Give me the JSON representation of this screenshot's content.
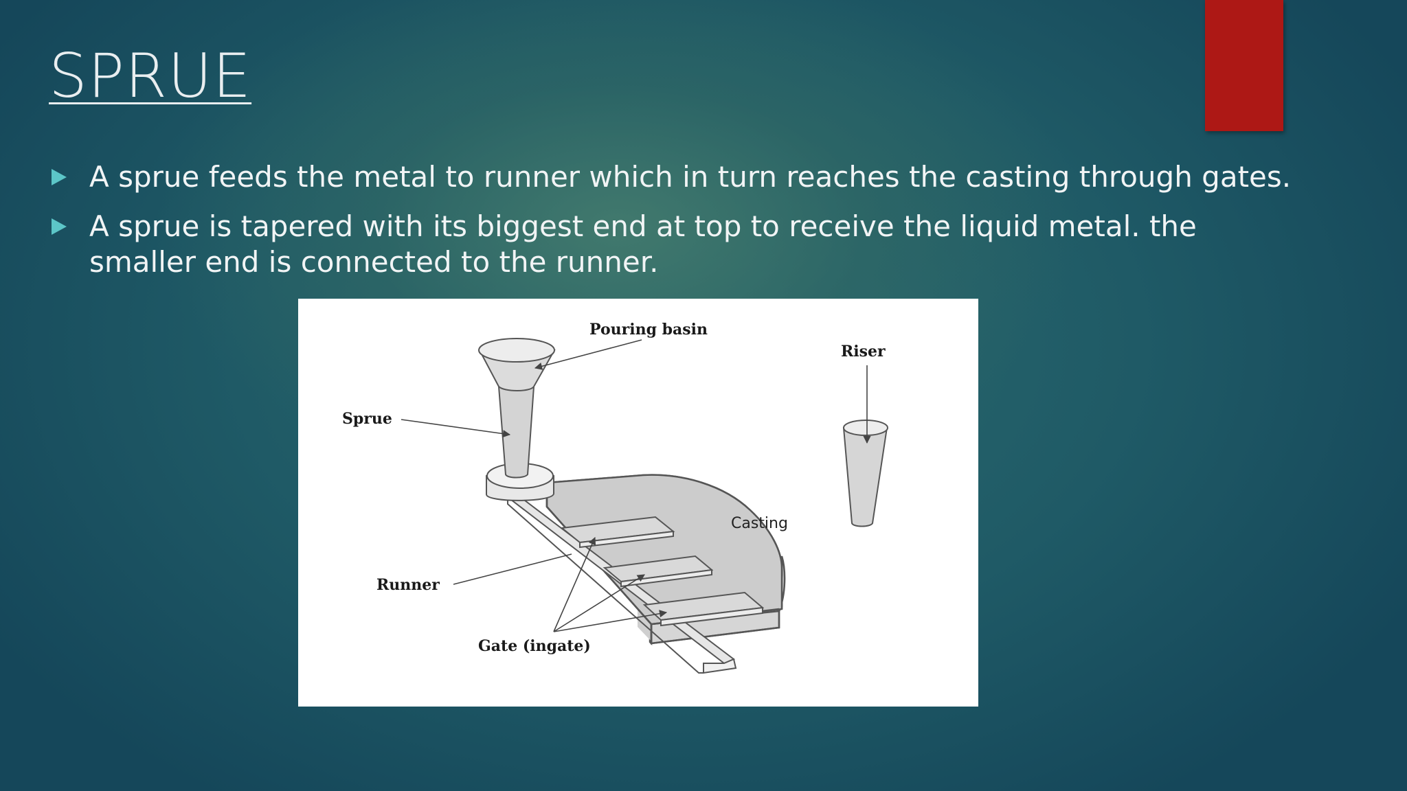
{
  "slide": {
    "title": "SPRUE",
    "bullets": [
      "A sprue feeds the metal to runner which in turn reaches the casting through gates.",
      "A sprue is tapered with its  biggest end at top to receive the liquid metal. the smaller end is connected to the runner."
    ],
    "accent_color": "#ad1815",
    "bullet_color": "#5cc6c8"
  },
  "diagram": {
    "labels": {
      "pouring_basin": "Pouring basin",
      "riser": "Riser",
      "sprue": "Sprue",
      "casting": "Casting",
      "runner": "Runner",
      "gate": "Gate (ingate)"
    }
  }
}
